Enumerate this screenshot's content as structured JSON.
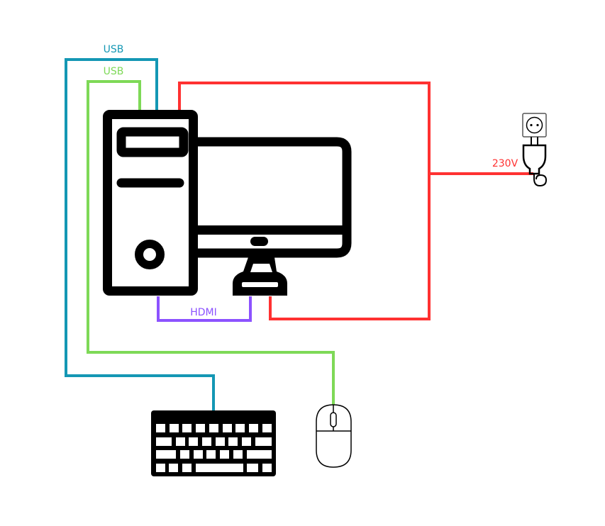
{
  "labels": {
    "usb_keyboard": "USB",
    "usb_mouse": "USB",
    "hdmi": "HDMI",
    "power": "230V"
  },
  "colors": {
    "usb_keyboard": "#1497b4",
    "usb_mouse": "#7ed957",
    "hdmi": "#8c52ff",
    "power": "#ff3131",
    "device": "#000000"
  },
  "devices": [
    "computer-tower",
    "monitor",
    "keyboard",
    "mouse",
    "power-outlet",
    "power-plug"
  ]
}
